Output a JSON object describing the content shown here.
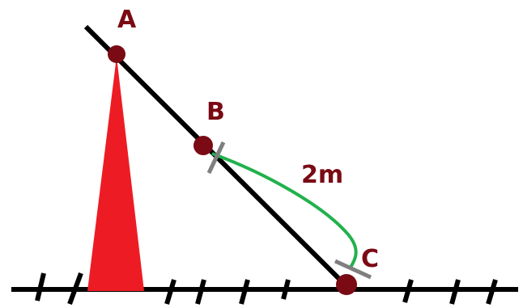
{
  "labels": {
    "point_a": "A",
    "point_b": "B",
    "point_c": "C",
    "length": "2m"
  },
  "colors": {
    "background": "#ffffff",
    "ground": "#000000",
    "hatch": "#000000",
    "rod": "#000000",
    "pole": "#ed1c24",
    "points": "#7a0a14",
    "labels": "#7a0a14",
    "curve": "#22b14c",
    "tick_marks": "#7f7f7f"
  }
}
